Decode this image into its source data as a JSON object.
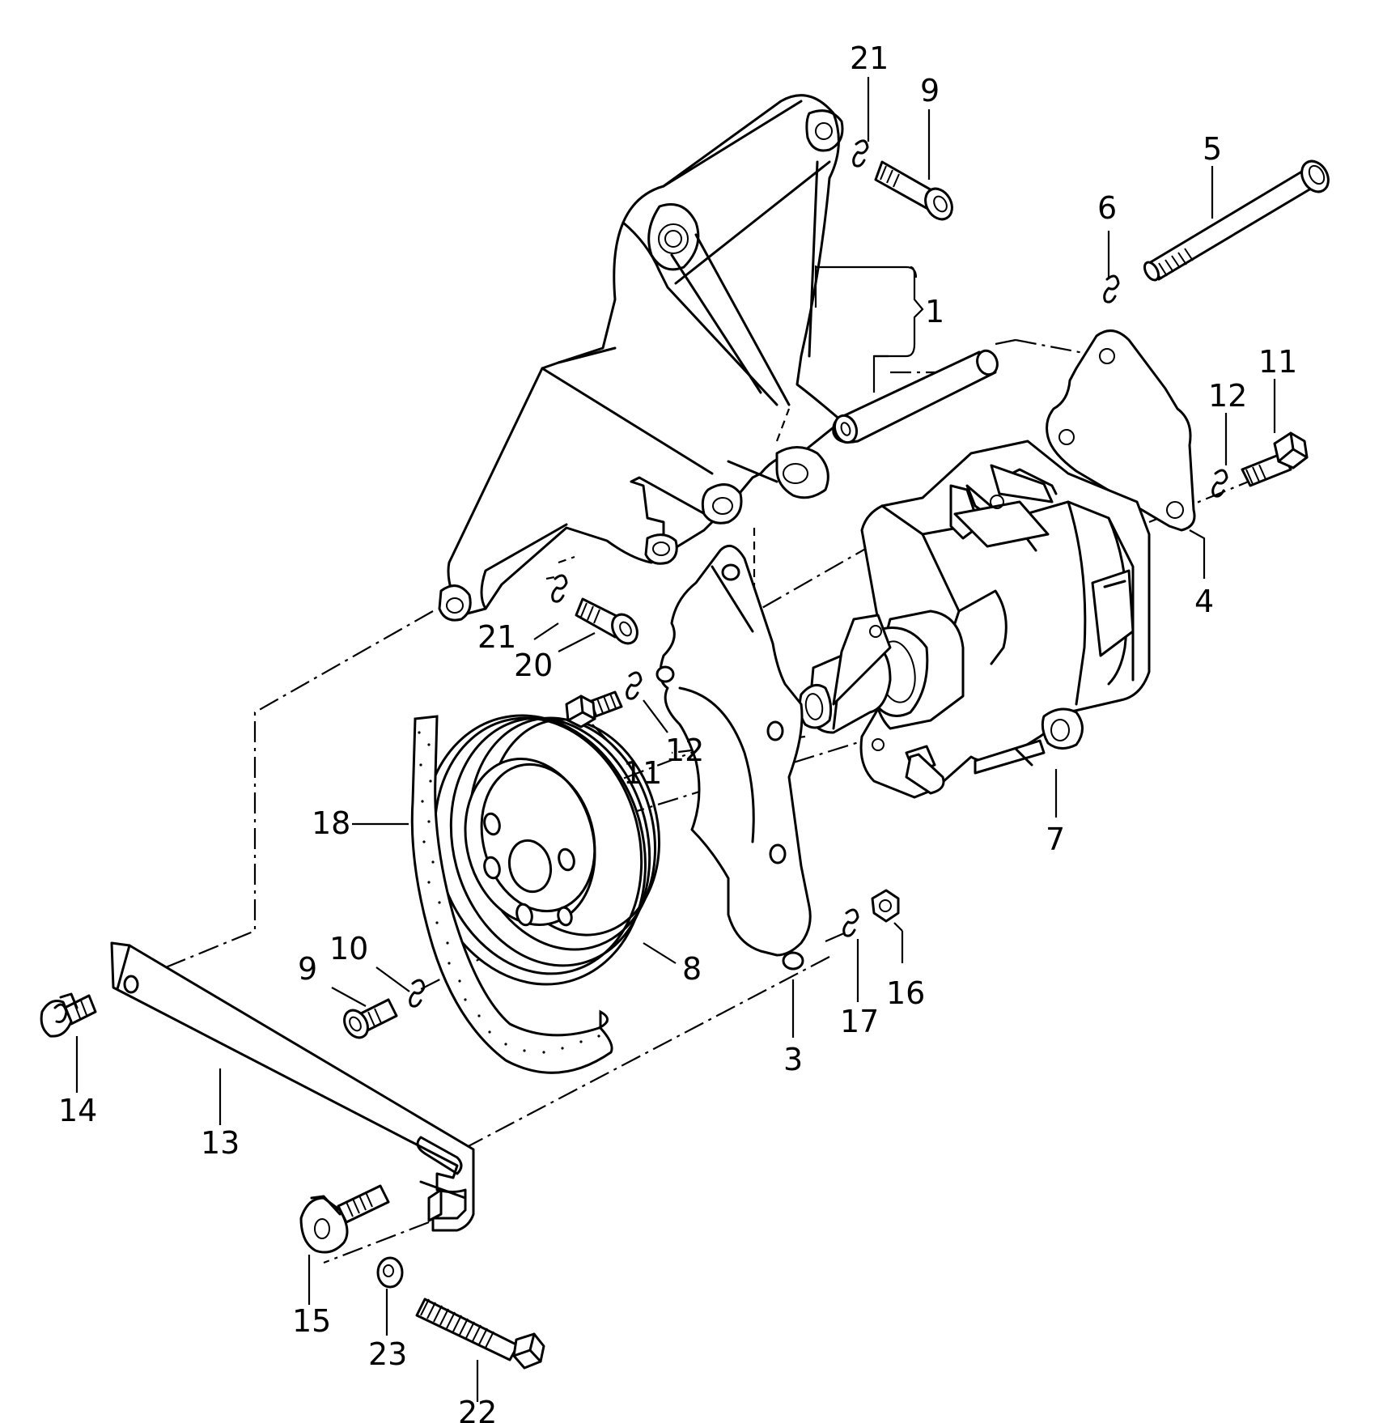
{
  "callouts": {
    "c1": "1",
    "c3": "3",
    "c4": "4",
    "c5": "5",
    "c6": "6",
    "c7": "7",
    "c8": "8",
    "c9a": "9",
    "c9b": "9",
    "c10": "10",
    "c11a": "11",
    "c11b": "11",
    "c12a": "12",
    "c12b": "12",
    "c13": "13",
    "c14": "14",
    "c15": "15",
    "c16": "16",
    "c17": "17",
    "c18": "18",
    "c20": "20",
    "c21a": "21",
    "c21b": "21",
    "c22": "22",
    "c23": "23"
  }
}
